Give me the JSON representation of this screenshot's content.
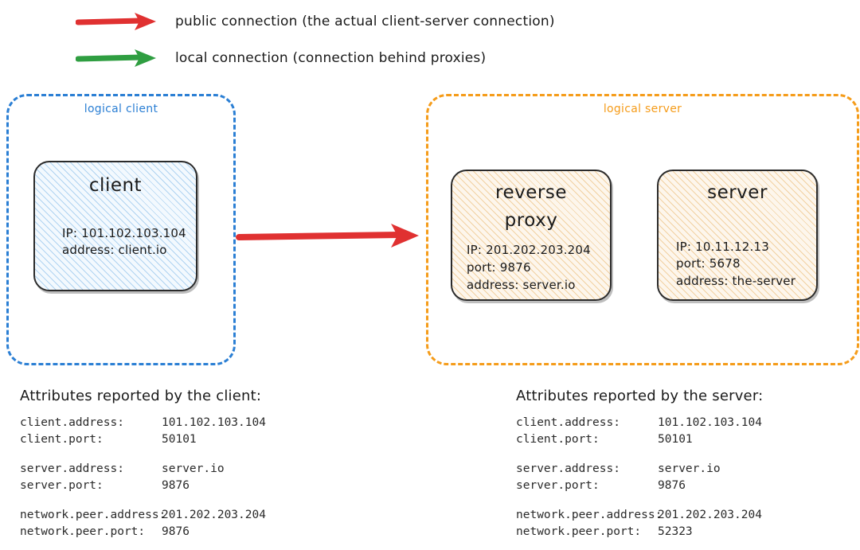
{
  "legend": {
    "items": [
      {
        "icon": "red-arrow-icon",
        "color": "#e03131",
        "label": "public connection (the actual client-server connection)"
      },
      {
        "icon": "green-arrow-icon",
        "color": "#2f9e41",
        "label": "local connection (connection behind proxies)"
      }
    ]
  },
  "colors": {
    "public_arrow": "#e03131",
    "local_arrow": "#2f9e41",
    "logical_client_border": "#2b7fd4",
    "logical_server_border": "#f59c1a",
    "node_border": "#2b2b2b",
    "client_fill": "#f3f9fe",
    "server_fill": "#fdf6ec",
    "background": "#ffffff"
  },
  "diagram": {
    "logical_client": {
      "label": "logical client",
      "node": {
        "title": "client",
        "props": [
          "IP: 101.102.103.104",
          "address: client.io"
        ]
      }
    },
    "logical_server": {
      "label": "logical server",
      "nodes": [
        {
          "title_line1": "reverse",
          "title_line2": "proxy",
          "props": [
            "IP: 201.202.203.204",
            "port: 9876",
            "address: server.io"
          ]
        },
        {
          "title_line1": "server",
          "title_line2": "",
          "props": [
            "IP: 10.11.12.13",
            "port: 5678",
            "address: the-server"
          ]
        }
      ]
    },
    "main_connection": {
      "icon": "red-arrow-icon",
      "from": "client",
      "to": "reverse proxy"
    }
  },
  "attributes_client": {
    "heading": "Attributes reported by the client:",
    "groups": [
      [
        {
          "key": "client.address:",
          "value": "101.102.103.104"
        },
        {
          "key": "client.port:",
          "value": "50101"
        }
      ],
      [
        {
          "key": "server.address:",
          "value": "server.io"
        },
        {
          "key": "server.port:",
          "value": "9876"
        }
      ],
      [
        {
          "key": "network.peer.address:",
          "value": "201.202.203.204"
        },
        {
          "key": "network.peer.port:",
          "value": "9876"
        }
      ]
    ]
  },
  "attributes_server": {
    "heading": "Attributes reported by the server:",
    "groups": [
      [
        {
          "key": "client.address:",
          "value": "101.102.103.104"
        },
        {
          "key": "client.port:",
          "value": "50101"
        }
      ],
      [
        {
          "key": "server.address:",
          "value": "server.io"
        },
        {
          "key": "server.port:",
          "value": "9876"
        }
      ],
      [
        {
          "key": "network.peer.address:",
          "value": "201.202.203.204"
        },
        {
          "key": "network.peer.port:",
          "value": "52323"
        }
      ]
    ]
  }
}
